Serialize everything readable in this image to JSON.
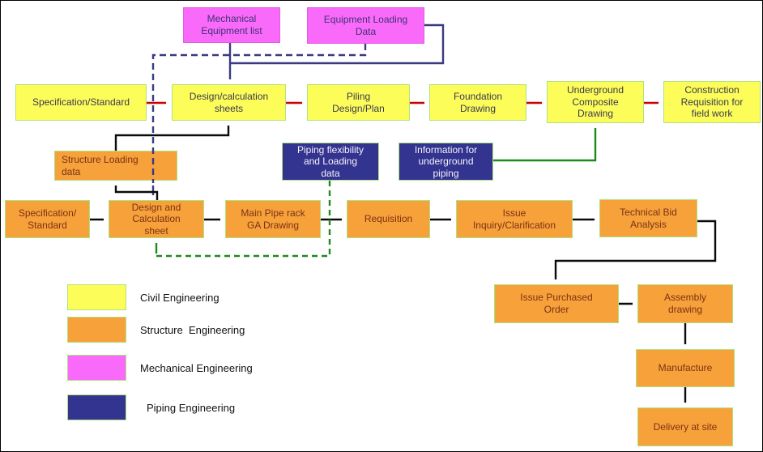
{
  "diagram": {
    "name": "civil-structure-mechanical-piping-engineering-workflow-flowchart"
  },
  "colors": {
    "civil": "#fdfd5a",
    "structure": "#f7a13b",
    "mechanical": "#fa6afa",
    "piping": "#333390",
    "box-border": "#aee27d",
    "mech-border": "#e05ce0",
    "civil-text": "#3a3a4e",
    "structure-text": "#7b3214",
    "mechanical-text": "#3f3275",
    "piping-text": "#f4f2fb",
    "arrow-red": "#cc0000",
    "arrow-black": "#0a0a0a",
    "arrow-navy": "#3a3a80",
    "arrow-green": "#1e8a1e",
    "legend-text": "#111111"
  },
  "nodes": {
    "mechEquipList": {
      "label": "Mechanical\nEquipment list",
      "category": "mechanical"
    },
    "equipLoadingData": {
      "label": "Equipment Loading\nData",
      "category": "mechanical"
    },
    "specStdTop": {
      "label": "Specification/Standard",
      "category": "civil"
    },
    "designCalcSheets": {
      "label": "Design/calculation\nsheets",
      "category": "civil"
    },
    "piling": {
      "label": "Piling\nDesign/Plan",
      "category": "civil"
    },
    "foundation": {
      "label": "Foundation\nDrawing",
      "category": "civil"
    },
    "undergroundComposite": {
      "label": "Underground\nComposite\nDrawing",
      "category": "civil"
    },
    "constructionReq": {
      "label": "Construction\nRequisition for\nfield work",
      "category": "civil"
    },
    "structLoading": {
      "label": "Structure Loading\ndata",
      "category": "structure"
    },
    "pipingFlex": {
      "label": "Piping flexibility\nand Loading\ndata",
      "category": "piping"
    },
    "infoUnderground": {
      "label": "Information for\nunderground\npiping",
      "category": "piping"
    },
    "specStdMid": {
      "label": "Specification/\nStandard",
      "category": "structure"
    },
    "designCalcSheet": {
      "label": "Design and\nCalculation\nsheet",
      "category": "structure"
    },
    "mainPipeRack": {
      "label": "Main Pipe rack\nGA Drawing",
      "category": "structure"
    },
    "requisition": {
      "label": "Requisition",
      "category": "structure"
    },
    "issueInquiry": {
      "label": "Issue\nInquiry/Clarification",
      "category": "structure"
    },
    "techBid": {
      "label": "Technical Bid\nAnalysis",
      "category": "structure"
    },
    "issuePO": {
      "label": "Issue Purchased\nOrder",
      "category": "structure"
    },
    "assembly": {
      "label": "Assembly\ndrawing",
      "category": "structure"
    },
    "manufacture": {
      "label": "Manufacture",
      "category": "structure"
    },
    "delivery": {
      "label": "Delivery at site",
      "category": "structure"
    }
  },
  "edges": [
    {
      "from": "Specification/Standard",
      "to": "Design/calculation sheets",
      "color": "red",
      "style": "solid"
    },
    {
      "from": "Design/calculation sheets",
      "to": "Piling Design/Plan",
      "color": "red",
      "style": "solid"
    },
    {
      "from": "Piling Design/Plan",
      "to": "Foundation Drawing",
      "color": "red",
      "style": "solid"
    },
    {
      "from": "Foundation Drawing",
      "to": "Underground Composite Drawing",
      "color": "red",
      "style": "solid"
    },
    {
      "from": "Underground Composite Drawing",
      "to": "Construction Requisition for field work",
      "color": "red",
      "style": "solid"
    },
    {
      "from": "Mechanical Equipment list",
      "to": "Design/calculation sheets",
      "color": "navy",
      "style": "solid"
    },
    {
      "from": "Equipment Loading Data",
      "to": "Design/calculation sheets",
      "color": "navy",
      "style": "solid"
    },
    {
      "from": "Equipment Loading Data",
      "to": "Design and Calculation sheet",
      "color": "navy",
      "style": "dashed"
    },
    {
      "from": "Structure Loading data",
      "to": "Design/calculation sheets",
      "color": "black",
      "style": "solid"
    },
    {
      "from": "Design and Calculation sheet",
      "to": "Structure Loading data",
      "color": "black",
      "style": "solid"
    },
    {
      "from": "Specification/ Standard",
      "to": "Design and Calculation sheet",
      "color": "black",
      "style": "solid"
    },
    {
      "from": "Design and Calculation sheet",
      "to": "Main Pipe rack GA Drawing",
      "color": "black",
      "style": "solid"
    },
    {
      "from": "Main Pipe rack GA Drawing",
      "to": "Requisition",
      "color": "black",
      "style": "solid"
    },
    {
      "from": "Requisition",
      "to": "Issue Inquiry/Clarification",
      "color": "black",
      "style": "solid"
    },
    {
      "from": "Issue Inquiry/Clarification",
      "to": "Technical Bid Analysis",
      "color": "black",
      "style": "solid"
    },
    {
      "from": "Technical Bid Analysis",
      "to": "Issue Purchased Order",
      "color": "black",
      "style": "solid"
    },
    {
      "from": "Issue Purchased Order",
      "to": "Assembly drawing",
      "color": "black",
      "style": "solid"
    },
    {
      "from": "Assembly drawing",
      "to": "Manufacture",
      "color": "black",
      "style": "solid"
    },
    {
      "from": "Manufacture",
      "to": "Delivery at site",
      "color": "black",
      "style": "solid"
    },
    {
      "from": "Piping flexibility and Loading data",
      "to": "Design and Calculation sheet",
      "color": "green",
      "style": "dashed"
    },
    {
      "from": "Information for underground piping",
      "to": "Underground Composite Drawing",
      "color": "green",
      "style": "solid"
    }
  ],
  "legend": {
    "items": [
      {
        "label": "Civil Engineering",
        "color": "#fdfd5a"
      },
      {
        "label": "Structure  Engineering",
        "color": "#f7a13b"
      },
      {
        "label": "Mechanical Engineering",
        "color": "#fa6afa"
      },
      {
        "label": "Piping Engineering",
        "color": "#333390"
      }
    ]
  }
}
